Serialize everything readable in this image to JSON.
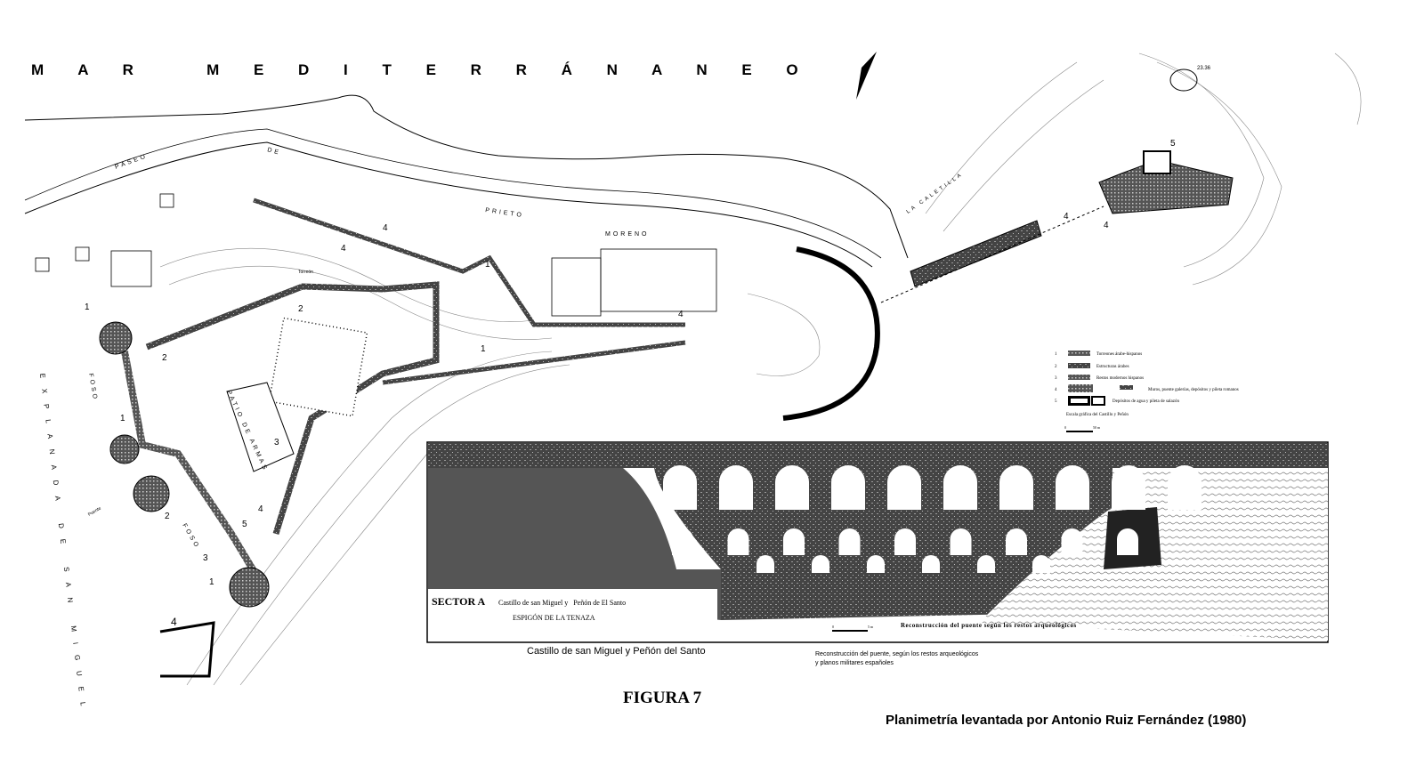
{
  "map": {
    "sea_label": "M A R   M E D I T E R R Á N A N E O",
    "street_paseo": "PASEO",
    "street_de": "DE",
    "street_prieto": "PRIETO",
    "street_moreno": "MORENO",
    "explanada": "EXPLANADA DE SAN MIGUEL",
    "patio": "PATIO DE ARMAS",
    "foso": "FOSO",
    "foso2": "FOSO",
    "caletilla": "LA CALETILLA",
    "torreon": "Torreón",
    "puente": "Puente",
    "elevation": "23.36",
    "zone_numbers": [
      "1",
      "2",
      "3",
      "4",
      "5"
    ]
  },
  "legend": {
    "items": [
      {
        "num": "1",
        "label": "Torreones árabe-hispanos"
      },
      {
        "num": "2",
        "label": "Estructuras árabes"
      },
      {
        "num": "3",
        "label": "Restos modernos hispanos"
      },
      {
        "num": "4",
        "label": "Muros, puente galerías, depósitos y pileta romanos"
      },
      {
        "num": "5",
        "label": "Depósitos de agua y pileta de salazón"
      }
    ],
    "scale_title": "Escala gráfica del Castillo y Peñón",
    "scale_zero": "0",
    "scale_end": "50 m"
  },
  "sector": {
    "title": "SECTOR A",
    "subtitle": "Castillo de san Miguel y   Peñón de El Santo",
    "subtitle2": "ESPIGÓN DE LA TENAZA",
    "bridge_caption": "Reconstrucción del puente según los restos arqueológicos",
    "scale_zero": "0",
    "scale_end": "5 m"
  },
  "captions": {
    "castle": "Castillo de san Miguel y Peñón del Santo",
    "reconstruction_1": "Reconstrucción del puente, según los restos arqueológicos",
    "reconstruction_2": "y planos militares españoles",
    "figure": "FIGURA 7",
    "credit": "Planimetría levantada por Antonio Ruiz Fernández (1980)"
  }
}
